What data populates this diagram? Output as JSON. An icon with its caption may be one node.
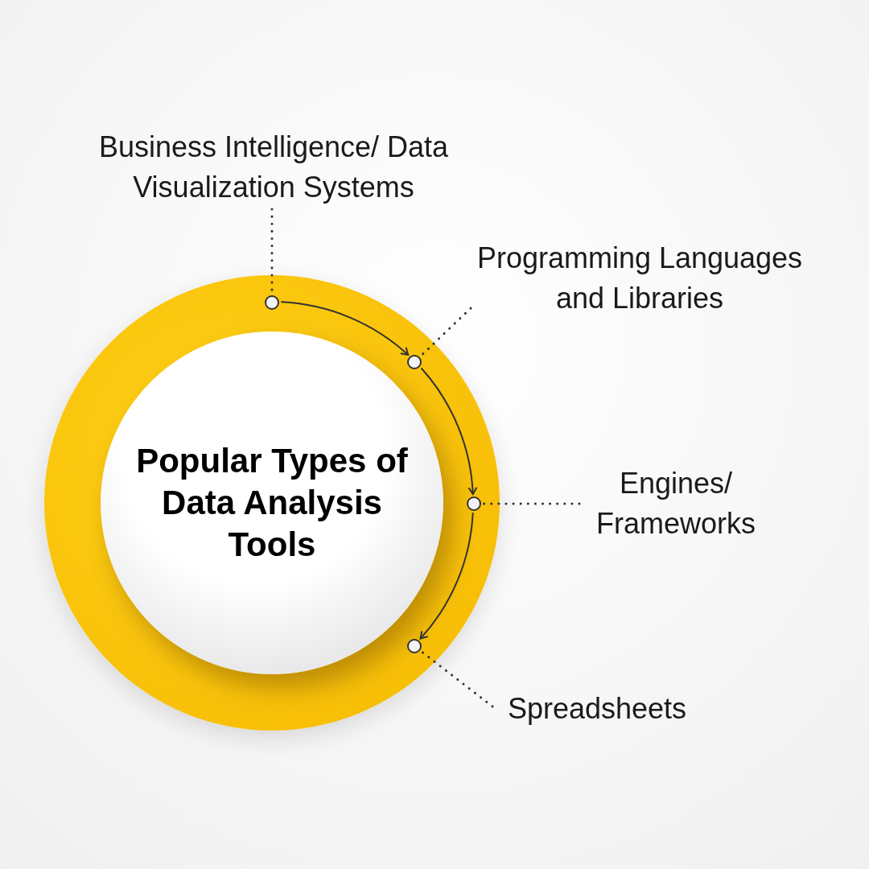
{
  "diagram": {
    "nodes": [
      {
        "text": [],
        "shape": "circle"
      },
      {
        "text": [
          "Popular Types of Data Analysis Tools"
        ],
        "in": 0
      },
      {
        "text": [],
        "shape": "circle",
        "in": 0
      },
      {
        "text": [],
        "shape": "circle",
        "in": 0
      },
      {
        "text": [],
        "shape": "circle",
        "in": 0
      },
      {
        "text": [],
        "shape": "circle",
        "in": 0
      },
      {
        "text": [
          "Business Intelligence/ Data Visualization Systems"
        ]
      },
      {
        "text": [
          "Programming Languages and Libraries"
        ]
      },
      {
        "text": [
          "Engines/ Frameworks"
        ]
      },
      {
        "text": [
          "Spreadsheets"
        ]
      }
    ],
    "edges": [
      {
        "from": 2,
        "to": 3,
        "arrow": "to"
      },
      {
        "from": 3,
        "to": 4,
        "arrow": "to"
      },
      {
        "from": 4,
        "to": 5,
        "arrow": "to"
      },
      {
        "from": 6,
        "to": 2,
        "arrow": "none",
        "style": "dashed"
      },
      {
        "from": 7,
        "to": 3,
        "arrow": "none",
        "style": "dashed"
      },
      {
        "from": 8,
        "to": 4,
        "arrow": "none",
        "style": "dashed"
      },
      {
        "from": 9,
        "to": 5,
        "arrow": "none",
        "style": "dashed"
      }
    ]
  }
}
